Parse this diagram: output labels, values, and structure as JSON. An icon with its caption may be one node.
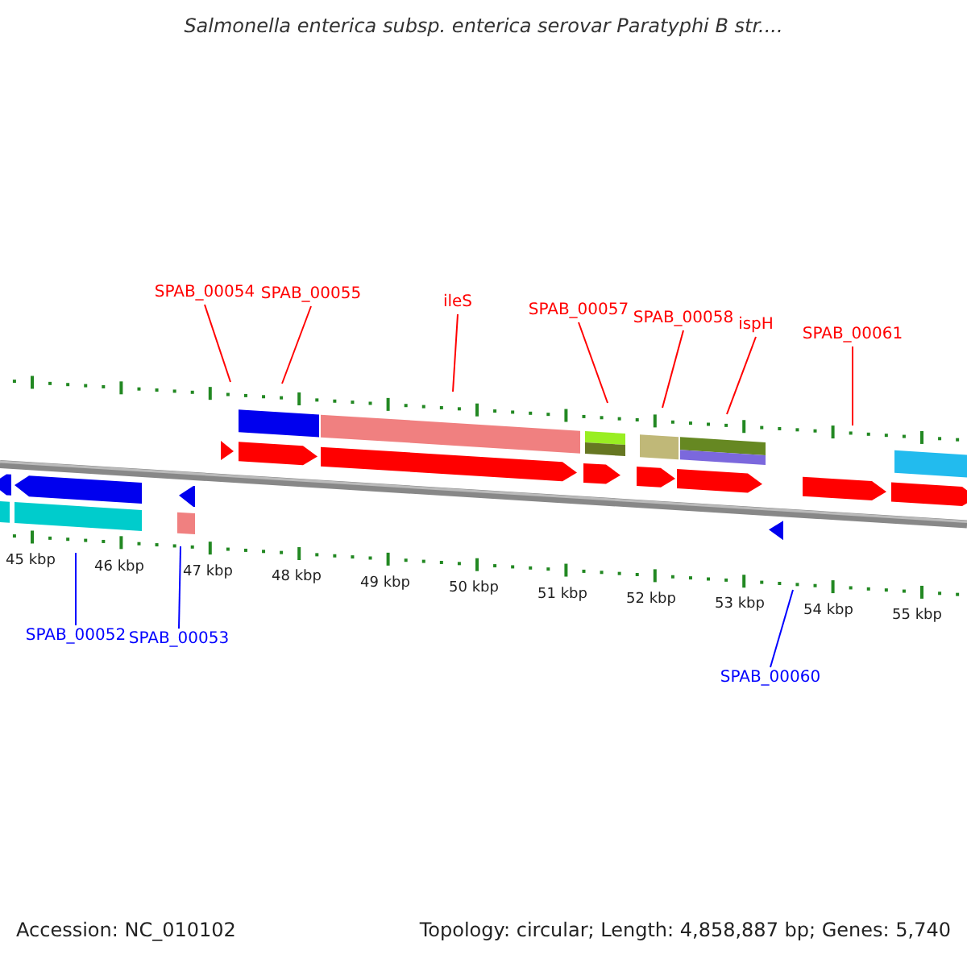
{
  "diagram": {
    "title": "Salmonella enterica subsp. enterica serovar Paratyphi B str....",
    "nodes": [
      {
        "text": [
          "SPAB_00054"
        ]
      },
      {
        "text": [
          "SPAB_00055"
        ]
      },
      {
        "text": [
          "ileS"
        ]
      },
      {
        "text": [
          "SPAB_00057"
        ]
      },
      {
        "text": [
          "SPAB_00058"
        ]
      },
      {
        "text": [
          "ispH"
        ]
      },
      {
        "text": [
          "SPAB_00061"
        ]
      },
      {
        "text": [
          "SPAB_00052"
        ]
      },
      {
        "text": [
          "SPAB_00053"
        ]
      },
      {
        "text": [
          "SPAB_00060"
        ]
      }
    ],
    "edges": [
      {
        "from": 0,
        "to": null,
        "arrow": "none"
      },
      {
        "from": 1,
        "to": null,
        "arrow": "none"
      },
      {
        "from": 2,
        "to": null,
        "arrow": "none"
      },
      {
        "from": 3,
        "to": null,
        "arrow": "none"
      },
      {
        "from": 4,
        "to": null,
        "arrow": "none"
      },
      {
        "from": 5,
        "to": null,
        "arrow": "none"
      },
      {
        "from": 6,
        "to": null,
        "arrow": "none"
      },
      {
        "from": 7,
        "to": null,
        "arrow": "none",
        "color": "#0000ff"
      },
      {
        "from": 8,
        "to": null,
        "arrow": "none",
        "color": "#0000ff"
      },
      {
        "from": 9,
        "to": null,
        "arrow": "none",
        "color": "#0000ff"
      }
    ],
    "labels": [
      "45 kbp",
      "46 kbp",
      "47 kbp",
      "48 kbp",
      "49 kbp",
      "50 kbp",
      "51 kbp",
      "52 kbp",
      "53 kbp",
      "54 kbp",
      "55 kbp",
      "Accession: NC_010102",
      "Topology: circular; Length: 4,858,887 bp; Genes: 5,740"
    ]
  }
}
